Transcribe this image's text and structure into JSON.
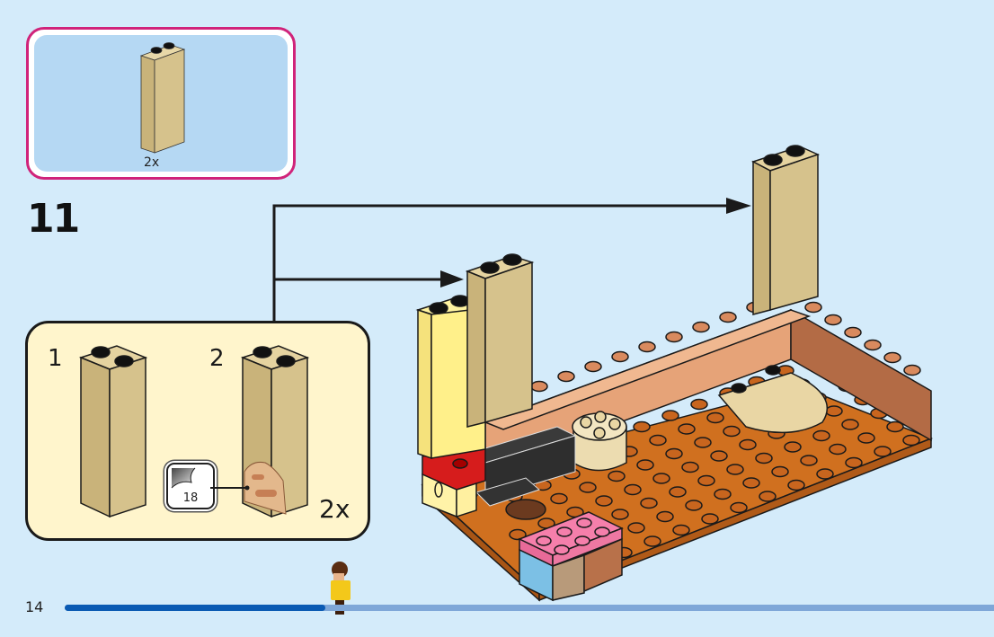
{
  "page": {
    "type": "building-instructions",
    "page_number": "14",
    "progress_fraction": 0.28
  },
  "parts_callout": {
    "part": "tan 1x2x5 brick",
    "quantity": "2x",
    "border_color": "#d0237a",
    "panel_color": "#b5d8f3"
  },
  "step": {
    "number": "11"
  },
  "sub_assembly": {
    "panel_color": "#fff5cc",
    "steps": [
      {
        "label": "1",
        "part": "tan 1x2x5 brick"
      },
      {
        "label": "2",
        "part": "tan 1x2x5 brick with sticker"
      }
    ],
    "sticker": {
      "number": "18",
      "icon": "sticker-sheet-icon"
    },
    "quantity": "2x"
  },
  "colors": {
    "background": "#d4ebfa",
    "tan": "#d6c28c",
    "bright_yellow": "#fff08a",
    "baseplate_orange": "#c8651e",
    "wall_brown": "#c99065",
    "progress_done": "#0a5ab3",
    "progress_remaining": "#7fa7d8"
  },
  "mascot": {
    "icon": "minifigure-icon"
  }
}
